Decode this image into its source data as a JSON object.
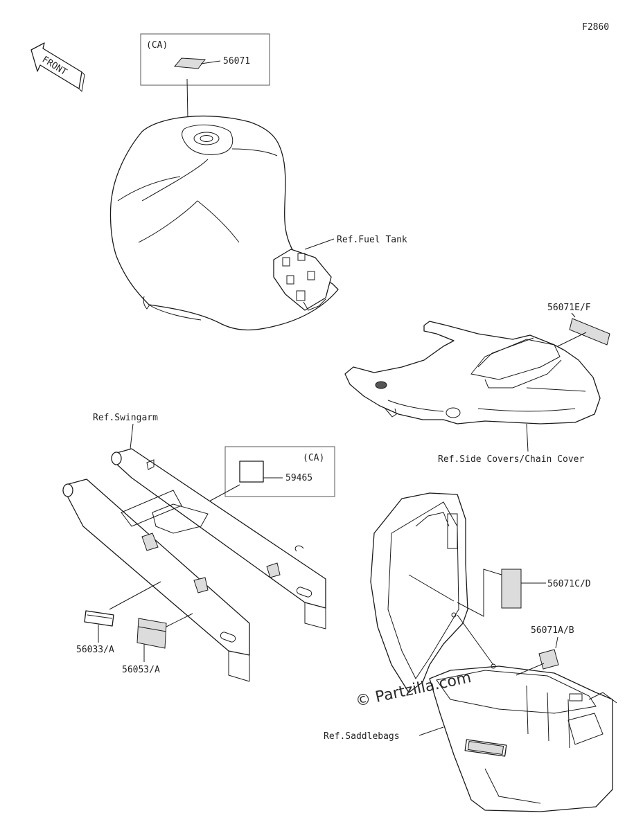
{
  "figure_code": "F2860",
  "front_arrow": {
    "text": "FRONT",
    "icon": "front-arrow-icon"
  },
  "callouts": {
    "tank_box_note": "(CA)",
    "tank_decal": "56071",
    "fuel_tank": "Ref.Fuel Tank",
    "side_decal": "56071E/F",
    "side_covers": "Ref.Side Covers/Chain Cover",
    "swingarm": "Ref.Swingarm",
    "swing_box_note": "(CA)",
    "swing_box_decal": "59465",
    "decal_a": "56033/A",
    "decal_b": "56053/A",
    "saddle_decal_cd": "56071C/D",
    "saddle_decal_ab": "56071A/B",
    "saddlebags": "Ref.Saddlebags"
  },
  "watermark": "© Partzilla.com"
}
